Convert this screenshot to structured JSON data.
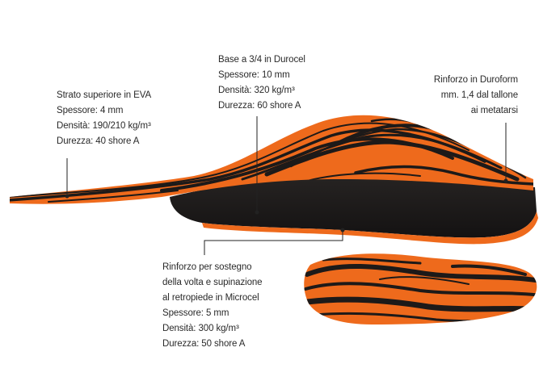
{
  "annotations": {
    "eva_layer": [
      "Strato superiore in EVA",
      "Spessore: 4 mm",
      "Densità: 190/210 kg/m³",
      "Durezza: 40 shore A"
    ],
    "durocel_base": [
      "Base a 3/4 in Durocel",
      "Spessore: 10 mm",
      "Densità: 320 kg/m³",
      "Durezza: 60 shore A"
    ],
    "duroform_reinforcement": [
      "Rinforzo in Duroform",
      "mm. 1,4 dal tallone",
      "ai metatarsi"
    ],
    "microcel_reinforcement": [
      "Rinforzo per sostegno",
      "della volta e supinazione",
      "al retropiede in Microcel",
      "Spessore: 5 mm",
      "Densità: 300 kg/m³",
      "Durezza: 50 shore A"
    ]
  },
  "colors": {
    "orange": "#ee6a1c",
    "dark": "#1d1a19",
    "leader_line": "#222222",
    "text": "#2a2a2a"
  }
}
